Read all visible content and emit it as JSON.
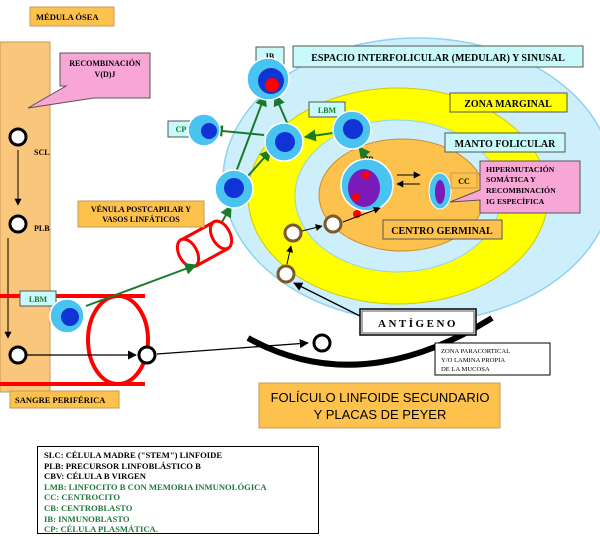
{
  "labels": {
    "medula": "MÉDULA ÓSEA",
    "recombinacion": [
      "RECOMBINACIÓN",
      "V(D)J"
    ],
    "espacio": "ESPACIO INTERFOLICULAR (MEDULAR) Y SINUSAL",
    "zona_marginal": "ZONA MARGINAL",
    "manto": "MANTO FOLICULAR",
    "hipermutacion": [
      "HIPERMUTACIÓN",
      "SOMÁTICA Y",
      "RECOMBINACIÓN",
      "IG ESPECÍFICA"
    ],
    "centro_germinal": "CENTRO GERMINAL",
    "venula": [
      "VÉNULA POSTCAPILAR Y",
      "VASOS LINFÁTICOS"
    ],
    "antigeno": "ANTÍGENO",
    "zona_paracortical": [
      "ZONA PARACORTICAL",
      "Y/O LAMINA PROPIA",
      "DE LA MUCOSA"
    ],
    "sangre": "SANGRE PERIFÉRICA",
    "foliculo": [
      "FOLÍCULO LINFOIDE SECUNDARIO",
      "Y PLACAS DE PEYER"
    ]
  },
  "cells": {
    "scl": "SCL",
    "plb": "PLB",
    "lbm_blood": "LBM",
    "ib": "IB",
    "lbm_marginal": "LBM",
    "cp": "CP",
    "cb": "CB",
    "cc": "CC"
  },
  "legend": [
    {
      "text": "SLC: CÉLULA MADRE (\"STEM\") LINFOIDE",
      "color": "black"
    },
    {
      "text": "PLB: PRECURSOR LINFOBLÁSTICO B",
      "color": "black"
    },
    {
      "text": "CBV: CÉLULA B VIRGEN",
      "color": "black"
    },
    {
      "text": "LMB: LINFOCITO B CON MEMORIA INMUNOLÓGICA",
      "color": "green"
    },
    {
      "text": "CC: CENTROCITO",
      "color": "green"
    },
    {
      "text": "CB: CENTROBLASTO",
      "color": "green"
    },
    {
      "text": "IB: INMUNOBLASTO",
      "color": "green"
    },
    {
      "text": "CP: CÉLULA PLASMÁTICA.",
      "color": "green"
    }
  ],
  "colors": {
    "marrow": "#f9c67c",
    "outer_zone": "#cdeefb",
    "marginal_zone": "#ffff00",
    "mantle": "#cdeefb",
    "germinal_center": "#fdc24e",
    "cell_light": "#49c4f0",
    "cell_dark": "#1133d6",
    "vessel": "#ff0000",
    "arrow_green": "#1a7a2a",
    "label_pink": "#f7a6d6",
    "label_orange": "#fdc24e",
    "label_cyan": "#c8fafb"
  }
}
